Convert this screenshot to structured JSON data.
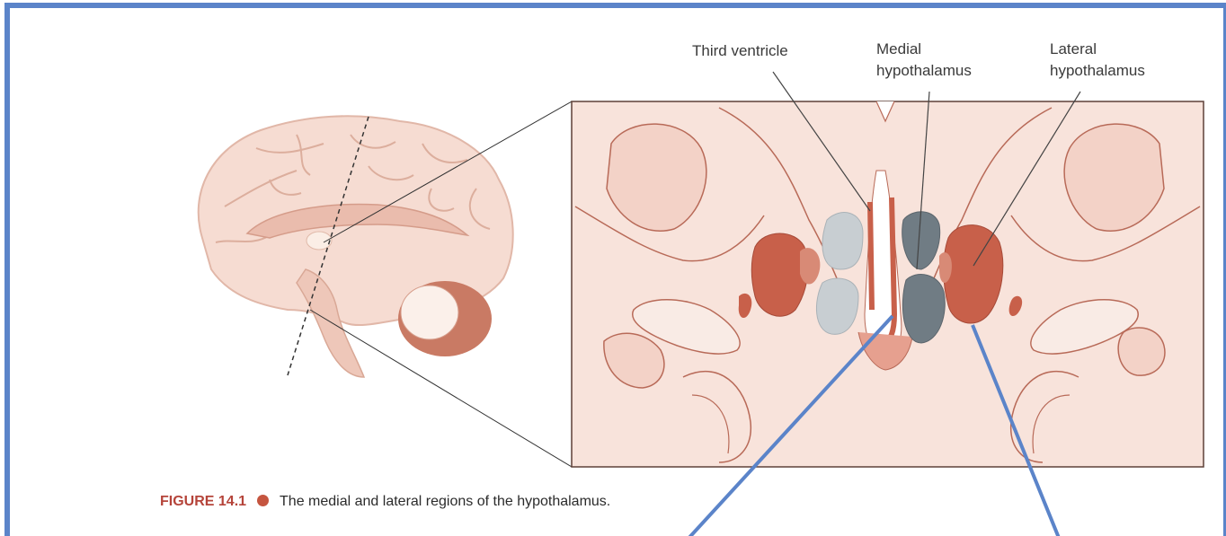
{
  "labels": {
    "third_ventricle": "Third ventricle",
    "medial_line1": "Medial",
    "medial_line2": "hypothalamus",
    "lateral_line1": "Lateral",
    "lateral_line2": "hypothalamus"
  },
  "caption": {
    "figure_number": "FIGURE 14.1",
    "text": "The medial and lateral regions of the hypothalamus."
  },
  "colors": {
    "frame_blue": "#5b84c9",
    "tissue_pink": "#f7e0d8",
    "outline_red": "#b86a58",
    "lateral_dark_red": "#c8604a",
    "medial_dark_gray": "#707c84",
    "medial_light_gray": "#c8ced2"
  }
}
